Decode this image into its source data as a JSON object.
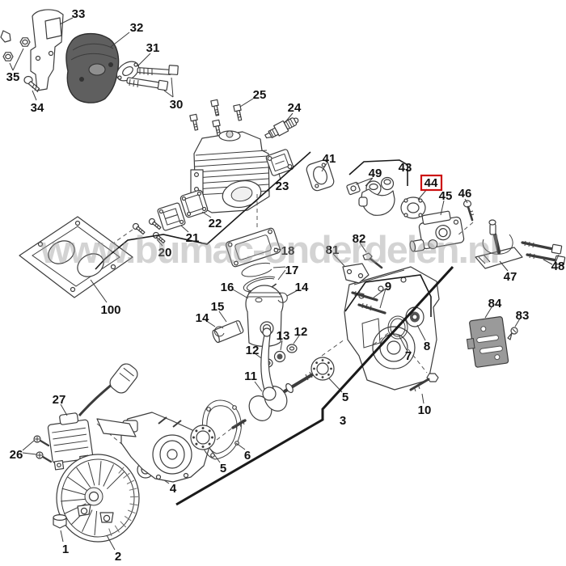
{
  "watermark": {
    "text": "www.bumac-onderdelen.nl"
  },
  "highlight": {
    "color": "#cc1111",
    "highlighted_label": "44"
  },
  "colors": {
    "muffler": "#5f5f5f",
    "plate84": "#9a9a9a"
  },
  "labels": {
    "n1": "1",
    "n2": "2",
    "n3": "3",
    "n4": "4",
    "n5a": "5",
    "n5b": "5",
    "n6": "6",
    "n7": "7",
    "n8": "8",
    "n9": "9",
    "n10": "10",
    "n11": "11",
    "n12a": "12",
    "n12b": "12",
    "n13": "13",
    "n14a": "14",
    "n14b": "14",
    "n15": "15",
    "n16": "16",
    "n17": "17",
    "n18": "18",
    "n20": "20",
    "n21": "21",
    "n22": "22",
    "n23": "23",
    "n24": "24",
    "n25": "25",
    "n26": "26",
    "n27": "27",
    "n30": "30",
    "n31": "31",
    "n32": "32",
    "n33": "33",
    "n34": "34",
    "n35": "35",
    "n41": "41",
    "n43": "43",
    "n44": "44",
    "n45": "45",
    "n46": "46",
    "n47": "47",
    "n48": "48",
    "n49": "49",
    "n81": "81",
    "n82": "82",
    "n83": "83",
    "n84": "84",
    "n100": "100"
  }
}
